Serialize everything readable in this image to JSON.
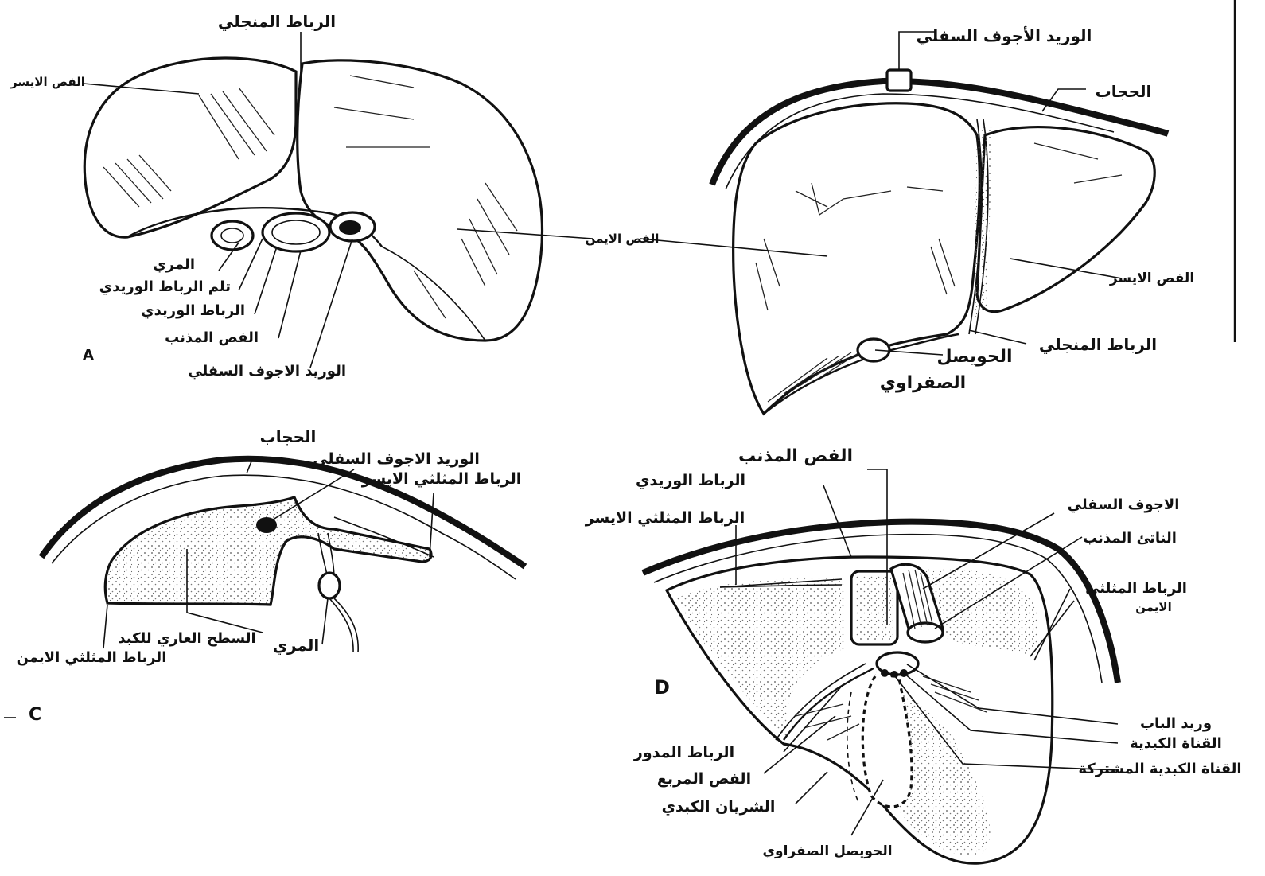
{
  "panels": {
    "A": {
      "letter": "A",
      "labels": {
        "falciform": "الرباط المنجلي",
        "left_lobe": "الفص الايسر",
        "right_lobe": "الفص الايمن",
        "esophagus": "المري",
        "ligamentum_venosum_groove": "تلم الرباط الوريدي",
        "ligamentum_venosum": "الرباط الوريدي",
        "caudate_lobe": "الفص المذنب",
        "ivc": "الوريد الاجوف السفلي"
      }
    },
    "B": {
      "labels": {
        "ivc": "الوريد الأجوف السفلي",
        "diaphragm": "الحجاب",
        "right_lobe": "الفص الايمن",
        "left_lobe": "الفص الايسر",
        "falciform": "الرباط المنجلي",
        "gallbladder_line1": "الحويصل",
        "gallbladder_line2": "الصفراوي"
      }
    },
    "C": {
      "letter": "C",
      "labels": {
        "diaphragm": "الحجاب",
        "ivc": "الوريد الاجوف السفلي",
        "left_triangular": "الرباط المثلثي الايسر",
        "bare_area": "السطح العاري للكبد",
        "esophagus": "المري",
        "right_triangular": "الرباط المثلثي الايمن"
      }
    },
    "D": {
      "letter": "D",
      "labels": {
        "caudate_lobe": "الفص المذنب",
        "ligamentum_venosum": "الرباط الوريدي",
        "left_triangular": "الرباط المثلثي الايسر",
        "ivc": "الاجوف السفلي",
        "caudate_process": "الناتئ المذنب",
        "right_triangular_line1": "الرباط المثلثي",
        "right_triangular_line2": "الايمن",
        "portal_vein": "وريد الباب",
        "hepatic_duct": "القناة الكبدية",
        "common_bile_duct": "القناة الكبدية المشتركة",
        "round_ligament": "الرباط المدور",
        "quadrate_lobe": "الفص المربع",
        "hepatic_artery": "الشريان الكبدي",
        "gallbladder": "الحويصل الصفراوي"
      }
    }
  }
}
